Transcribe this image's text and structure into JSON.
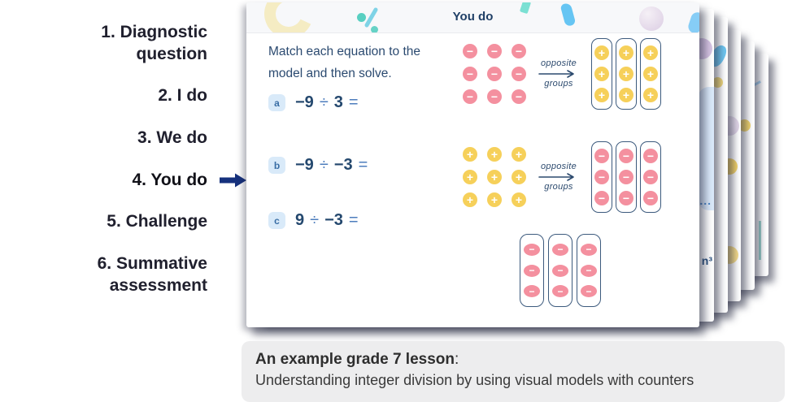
{
  "sidebar": {
    "items": [
      {
        "label": "1. Diagnostic question"
      },
      {
        "label": "2. I do"
      },
      {
        "label": "3. We do"
      },
      {
        "label": "4. You do"
      },
      {
        "label": "5. Challenge"
      },
      {
        "label": "6. Summative assessment"
      }
    ],
    "active_item": "4. You do"
  },
  "slide": {
    "title": "You do",
    "instruction": "Match each equation to the model and then solve.",
    "problems": [
      {
        "label": "a",
        "lhs": "−9",
        "op": "÷",
        "rhs": "3",
        "eq": "="
      },
      {
        "label": "b",
        "lhs": "−9",
        "op": "÷",
        "rhs": "−3",
        "eq": "="
      },
      {
        "label": "c",
        "lhs": "9",
        "op": "÷",
        "rhs": "−3",
        "eq": "="
      }
    ],
    "symbols": {
      "minus": "−",
      "plus": "+"
    },
    "models": [
      {
        "id": "a",
        "left_type": "minus",
        "left_rows": 3,
        "left_cols": 3,
        "arrow_top": "opposite",
        "arrow_bottom": "groups",
        "group_type": "plus",
        "groups": 3,
        "per_group": 3
      },
      {
        "id": "b",
        "left_type": "plus",
        "left_rows": 3,
        "left_cols": 3,
        "arrow_top": "opposite",
        "arrow_bottom": "groups",
        "group_type": "minus",
        "groups": 3,
        "per_group": 3
      },
      {
        "id": "c",
        "group_type": "minus",
        "groups": 3,
        "per_group": 3,
        "oval": true
      }
    ]
  },
  "deck": {
    "snippet_dots": "...",
    "snippet_text": "n³"
  },
  "caption": {
    "heading": "An example grade 7 lesson",
    "colon": ":",
    "text": "Understanding integer division by using visual models with counters"
  },
  "colors": {
    "counter_minus": "#f4909f",
    "counter_plus": "#f6d05a",
    "group_border": "#3c5a7d",
    "navy_text": "#24486e",
    "operator_blue": "#4d7dbd",
    "pointer_arrow": "#16317d",
    "caption_bg": "#ededee",
    "header_band": "#f7f8fa"
  }
}
